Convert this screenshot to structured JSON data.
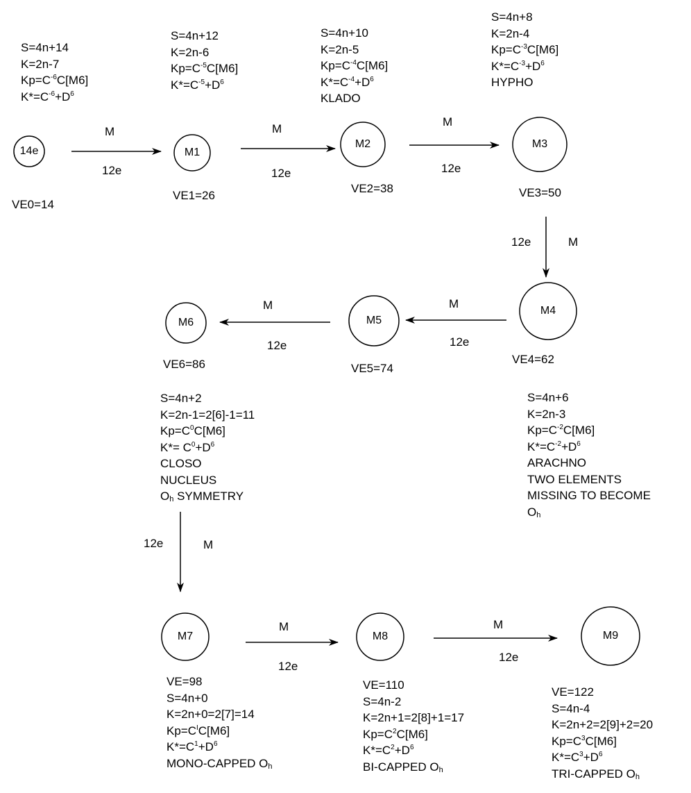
{
  "nodes": [
    {
      "id": "n0",
      "label": "14e",
      "ve": "VE0=14"
    },
    {
      "id": "n1",
      "label": "M1",
      "ve": "VE1=26"
    },
    {
      "id": "n2",
      "label": "M2",
      "ve": "VE2=38"
    },
    {
      "id": "n3",
      "label": "M3",
      "ve": "VE3=50"
    },
    {
      "id": "n4",
      "label": "M4",
      "ve": "VE4=62"
    },
    {
      "id": "n5",
      "label": "M5",
      "ve": "VE5=74"
    },
    {
      "id": "n6",
      "label": "M6",
      "ve": "VE6=86"
    },
    {
      "id": "n7",
      "label": "M7"
    },
    {
      "id": "n8",
      "label": "M8"
    },
    {
      "id": "n9",
      "label": "M9"
    }
  ],
  "edges": [
    {
      "from": "14e",
      "to": "M1",
      "top": "M",
      "bottom": "12e"
    },
    {
      "from": "M1",
      "to": "M2",
      "top": "M",
      "bottom": "12e"
    },
    {
      "from": "M2",
      "to": "M3",
      "top": "M",
      "bottom": "12e"
    },
    {
      "from": "M3",
      "to": "M4",
      "left": "12e",
      "right": "M"
    },
    {
      "from": "M4",
      "to": "M5",
      "top": "M",
      "bottom": "12e"
    },
    {
      "from": "M5",
      "to": "M6",
      "top": "M",
      "bottom": "12e"
    },
    {
      "from": "M6",
      "to": "M7",
      "left": "12e",
      "right": "M"
    },
    {
      "from": "M7",
      "to": "M8",
      "top": "M",
      "bottom": "12e"
    },
    {
      "from": "M8",
      "to": "M9",
      "top": "M",
      "bottom": "12e"
    }
  ],
  "blocks": {
    "b0": {
      "S": "S=4n+14",
      "K": "K=2n-7",
      "Kp": {
        "pre": "Kp=C",
        "sup": "-6",
        "post": "C[M6]"
      },
      "Ks": {
        "pre": "K*=C",
        "sup": "-6",
        "mid": "+D",
        "sup2": "6"
      }
    },
    "b1": {
      "S": "S=4n+12",
      "K": "K=2n-6",
      "Kp": {
        "pre": "Kp=C",
        "sup": "-5",
        "post": "C[M6]"
      },
      "Ks": {
        "pre": "K*=C",
        "sup": "-5",
        "mid": "+D",
        "sup2": "6"
      }
    },
    "b2": {
      "S": "S=4n+10",
      "K": "K=2n-5",
      "Kp": {
        "pre": "Kp=C",
        "sup": "-4",
        "post": "C[M6]"
      },
      "Ks": {
        "pre": "K*=C",
        "sup": "-4",
        "mid": "+D",
        "sup2": "6"
      },
      "type": "KLADO"
    },
    "b3": {
      "S": "S=4n+8",
      "K": "K=2n-4",
      "Kp": {
        "pre": "Kp=C",
        "sup": "-3",
        "post": "C[M6]"
      },
      "Ks": {
        "pre": "K*=C",
        "sup": "-3",
        "mid": "+D",
        "sup2": "6"
      },
      "type": "HYPHO"
    },
    "b4": {
      "S": "S=4n+6",
      "K": "K=2n-3",
      "Kp": {
        "pre": "Kp=C",
        "sup": "-2",
        "post": "C[M6]"
      },
      "Ks": {
        "pre": "K*=C",
        "sup": "-2",
        "mid": "+D",
        "sup2": "6"
      },
      "type": "ARACHNO",
      "note1": "TWO ELEMENTS",
      "note2": "MISSING TO BECOME",
      "note3": {
        "base": "O",
        "sub": "h"
      }
    },
    "b6": {
      "S": "S=4n+2",
      "K": "K=2n-1=2[6]-1=11",
      "Kp": {
        "pre": "Kp=C",
        "sup": "0",
        "post": "C[M6]"
      },
      "Ks": {
        "pre": "K*= C",
        "sup": "0",
        "mid": "+D",
        "sup2": "6"
      },
      "type": "CLOSO",
      "note1": "NUCLEUS",
      "note2": {
        "base": "O",
        "sub": "h",
        "rest": " SYMMETRY"
      }
    },
    "b7": {
      "VE": "VE=98",
      "S": "S=4n+0",
      "K": "K=2n+0=2[7]=14",
      "Kp": {
        "pre": "Kp=C",
        "sup": "I",
        "post": "C[M6]"
      },
      "Ks": {
        "pre": "K*=C",
        "sup": "1",
        "mid": "+D",
        "sup2": "6"
      },
      "type": {
        "base": "MONO-CAPPED O",
        "sub": "h"
      }
    },
    "b8": {
      "VE": "VE=110",
      "S": "S=4n-2",
      "K": "K=2n+1=2[8]+1=17",
      "Kp": {
        "pre": "Kp=C",
        "sup": "2",
        "post": "C[M6]"
      },
      "Ks": {
        "pre": "K*=C",
        "sup": "2",
        "mid": "+D",
        "sup2": "6"
      },
      "type": {
        "base": "BI-CAPPED O",
        "sub": "h"
      }
    },
    "b9": {
      "VE": "VE=122",
      "S": "S=4n-4",
      "K": "K=2n+2=2[9]+2=20",
      "Kp": {
        "pre": "Kp=C",
        "sup": "3",
        "post": "C[M6]"
      },
      "Ks": {
        "pre": "K*=C",
        "sup": "3",
        "mid": "+D",
        "sup2": "6"
      },
      "type": {
        "base": "TRI-CAPPED O",
        "sub": "h"
      }
    }
  }
}
